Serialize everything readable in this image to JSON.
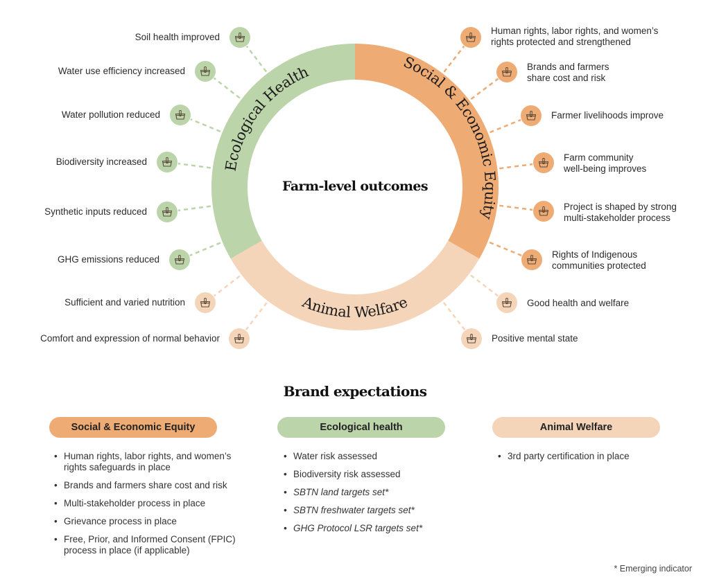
{
  "colors": {
    "ecological": "#bcd4a9",
    "social": "#eeab74",
    "animal": "#f5d5b9",
    "connector_green": "#bcd4a9",
    "connector_orange": "#eeab74",
    "connector_peach": "#f5d5b9",
    "icon_stroke": "#5a4a3a"
  },
  "diagram": {
    "center_title": "Farm-level outcomes",
    "segments": {
      "ecological": "Ecological Health",
      "social": "Social & Economic Equity",
      "animal": "Animal Welfare"
    },
    "icon": "basket-icon",
    "left_outcomes": [
      {
        "label": "Soil health improved",
        "category": "ecological"
      },
      {
        "label": "Water use efficiency increased",
        "category": "ecological"
      },
      {
        "label": "Water pollution reduced",
        "category": "ecological"
      },
      {
        "label": "Biodiversity increased",
        "category": "ecological"
      },
      {
        "label": "Synthetic inputs reduced",
        "category": "ecological"
      },
      {
        "label": "GHG emissions reduced",
        "category": "ecological"
      },
      {
        "label": "Sufficient and varied nutrition",
        "category": "animal"
      },
      {
        "label": "Comfort and expression of normal behavior",
        "category": "animal"
      }
    ],
    "right_outcomes": [
      {
        "label": "Human rights, labor rights, and women’s rights protected and strengthened",
        "line1": "Human rights, labor rights, and women’s",
        "line2": "rights protected and strengthened",
        "category": "social"
      },
      {
        "label": "Brands and farmers share cost and risk",
        "line1": "Brands and farmers",
        "line2": "share cost and risk",
        "category": "social"
      },
      {
        "label": "Farmer livelihoods improve",
        "line1": "Farmer livelihoods improve",
        "line2": "",
        "category": "social"
      },
      {
        "label": "Farm community well-being improves",
        "line1": "Farm community",
        "line2": "well-being improves",
        "category": "social"
      },
      {
        "label": "Project is shaped by strong multi-stakeholder process",
        "line1": "Project is shaped by strong",
        "line2": "multi-stakeholder process",
        "category": "social"
      },
      {
        "label": "Rights of Indigenous communities protected",
        "line1": "Rights of Indigenous",
        "line2": "communities protected",
        "category": "social"
      },
      {
        "label": "Good health and welfare",
        "line1": "Good health and welfare",
        "line2": "",
        "category": "animal"
      },
      {
        "label": "Positive mental state",
        "line1": "Positive mental state",
        "line2": "",
        "category": "animal"
      }
    ]
  },
  "expectations": {
    "title": "Brand expectations",
    "columns": [
      {
        "heading": "Social & Economic Equity",
        "category": "social",
        "items": [
          {
            "text": "Human rights, labor rights, and women’s rights safeguards in place",
            "emerging": false
          },
          {
            "text": "Brands and farmers share cost and risk",
            "emerging": false
          },
          {
            "text": "Multi-stakeholder process in place",
            "emerging": false
          },
          {
            "text": "Grievance process in place",
            "emerging": false
          },
          {
            "text": "Free, Prior, and Informed Consent (FPIC) process in place (if applicable)",
            "emerging": false
          }
        ]
      },
      {
        "heading": "Ecological health",
        "category": "ecological",
        "items": [
          {
            "text": "Water risk assessed",
            "emerging": false
          },
          {
            "text": "Biodiversity risk assessed",
            "emerging": false
          },
          {
            "text": "SBTN land targets set*",
            "emerging": true
          },
          {
            "text": "SBTN freshwater targets set*",
            "emerging": true
          },
          {
            "text": "GHG Protocol LSR targets set*",
            "emerging": true
          }
        ]
      },
      {
        "heading": "Animal Welfare",
        "category": "animal",
        "items": [
          {
            "text": "3rd party certification in place",
            "emerging": false
          }
        ]
      }
    ],
    "footnote": "* Emerging indicator"
  }
}
